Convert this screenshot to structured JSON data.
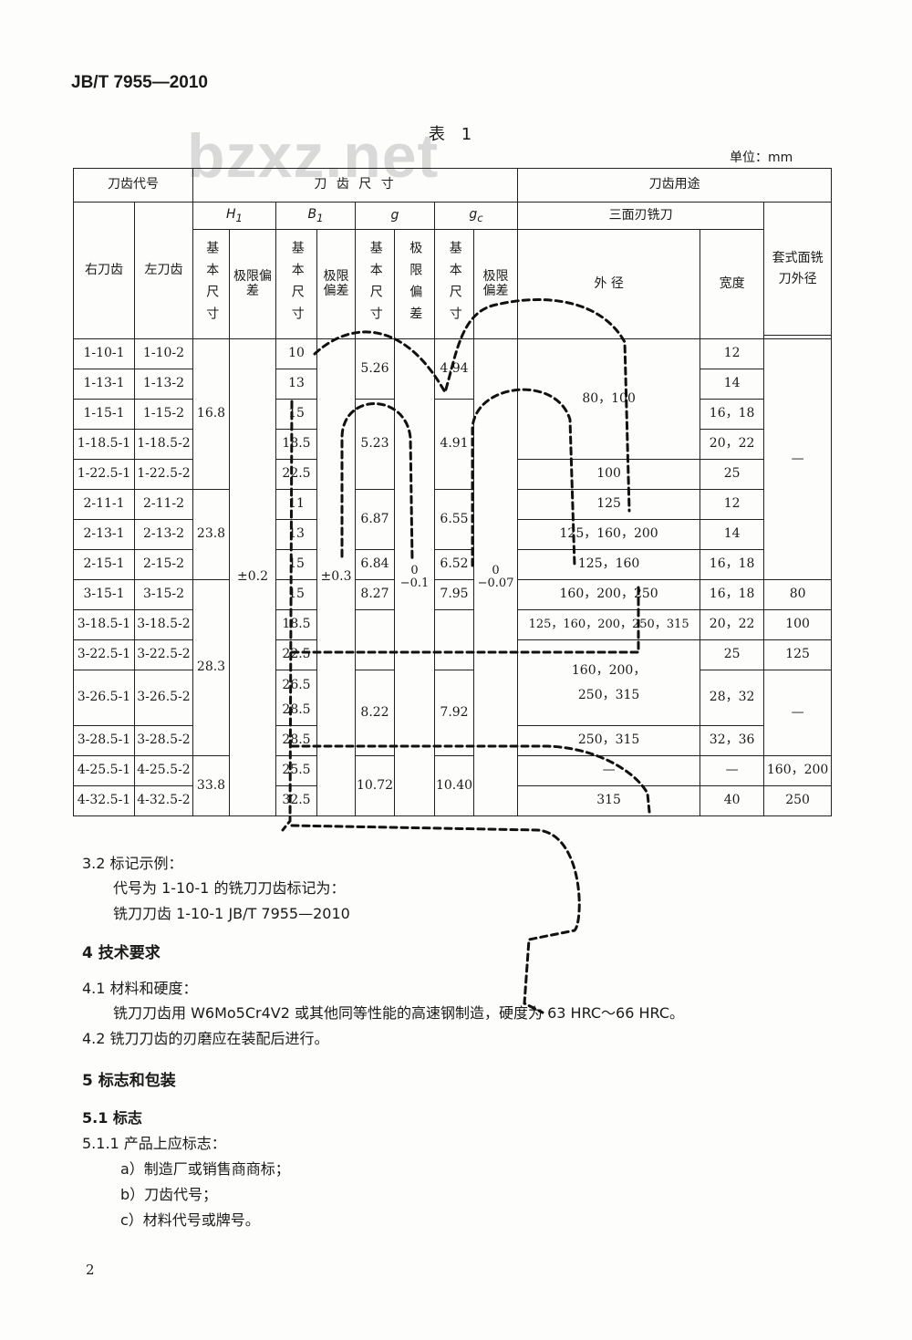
{
  "header": {
    "standard_code": "JB/T 7955—2010"
  },
  "watermark": "bzxz.net",
  "table": {
    "title": "表  1",
    "unit": "单位：mm",
    "head": {
      "code": "刀齿代号",
      "size": "刀 齿 尺 寸",
      "usage": "刀齿用途",
      "right": "右刀齿",
      "left": "左刀齿",
      "H1": "H",
      "H1_sub": "1",
      "B1": "B",
      "B1_sub": "1",
      "g": "g",
      "gc": "g",
      "gc_sub": "c",
      "basic": "基本尺寸",
      "tol": "极限偏差",
      "tol_v": "极限偏差",
      "three_side": "三面刃铣刀",
      "od": "外  径",
      "width": "宽度",
      "shell": "套式面铣刀外径"
    },
    "right_codes": [
      "1-10-1",
      "1-13-1",
      "1-15-1",
      "1-18.5-1",
      "1-22.5-1",
      "2-11-1",
      "2-13-1",
      "2-15-1",
      "3-15-1",
      "3-18.5-1",
      "3-22.5-1",
      "3-26.5-1",
      "3-28.5-1",
      "4-25.5-1",
      "4-32.5-1"
    ],
    "left_codes": [
      "1-10-2",
      "1-13-2",
      "1-15-2",
      "1-18.5-2",
      "1-22.5-2",
      "2-11-2",
      "2-13-2",
      "2-15-2",
      "3-15-2",
      "3-18.5-2",
      "3-22.5-2",
      "3-26.5-2",
      "3-28.5-2",
      "4-25.5-2",
      "4-32.5-2"
    ],
    "h1": [
      "16.8",
      "23.8",
      "28.3",
      "33.8"
    ],
    "h1_tol": "±0.2",
    "b1": [
      "10",
      "13",
      "15",
      "18.5",
      "22.5",
      "11",
      "13",
      "15",
      "15",
      "18.5",
      "22.5",
      "26.5",
      "28.5",
      "28.5",
      "25.5",
      "32.5"
    ],
    "b1_tol": "±0.3",
    "g": [
      "5.26",
      "5.23",
      "6.87",
      "6.84",
      "8.27",
      "8.22",
      "10.72"
    ],
    "g_tol_top": "0",
    "g_tol_bottom": "−0.1",
    "gc": [
      "4.94",
      "4.91",
      "6.55",
      "6.52",
      "7.95",
      "7.92",
      "10.40"
    ],
    "gc_tol_top": "0",
    "gc_tol_bottom": "−0.07",
    "od": [
      "80，100",
      "100",
      "125",
      "125，160，200",
      "125，160",
      "160，200，250",
      "125，160，200，250，315",
      "160，200，",
      "250，315",
      "250，315",
      "—",
      "315"
    ],
    "width": [
      "12",
      "14",
      "16，18",
      "20，22",
      "25",
      "12",
      "14",
      "16，18",
      "16，18",
      "20，22",
      "25",
      "28，32",
      "32，36",
      "—",
      "40"
    ],
    "shell": [
      "—",
      "80",
      "100",
      "125",
      "—",
      "160，200",
      "250"
    ]
  },
  "sec3_2": {
    "heading": "3.2  标记示例：",
    "line1": "代号为 1-10-1 的铣刀刀齿标记为：",
    "line2": "铣刀刀齿    1-10-1    JB/T 7955—2010"
  },
  "sec4": {
    "heading": "4  技术要求",
    "s4_1": "4.1   材料和硬度：",
    "s4_1_text": "铣刀刀齿用 W6Mo5Cr4V2 或其他同等性能的高速钢制造，硬度为 63 HRC～66 HRC。",
    "s4_2": "4.2   铣刀刀齿的刃磨应在装配后进行。"
  },
  "sec5": {
    "heading": "5  标志和包装",
    "s5_1": "5.1   标志",
    "s5_1_1": "5.1.1   产品上应标志：",
    "a": "a）制造厂或销售商商标；",
    "b": "b）刀齿代号；",
    "c": "c）材料代号或牌号。"
  },
  "page_number": "2"
}
